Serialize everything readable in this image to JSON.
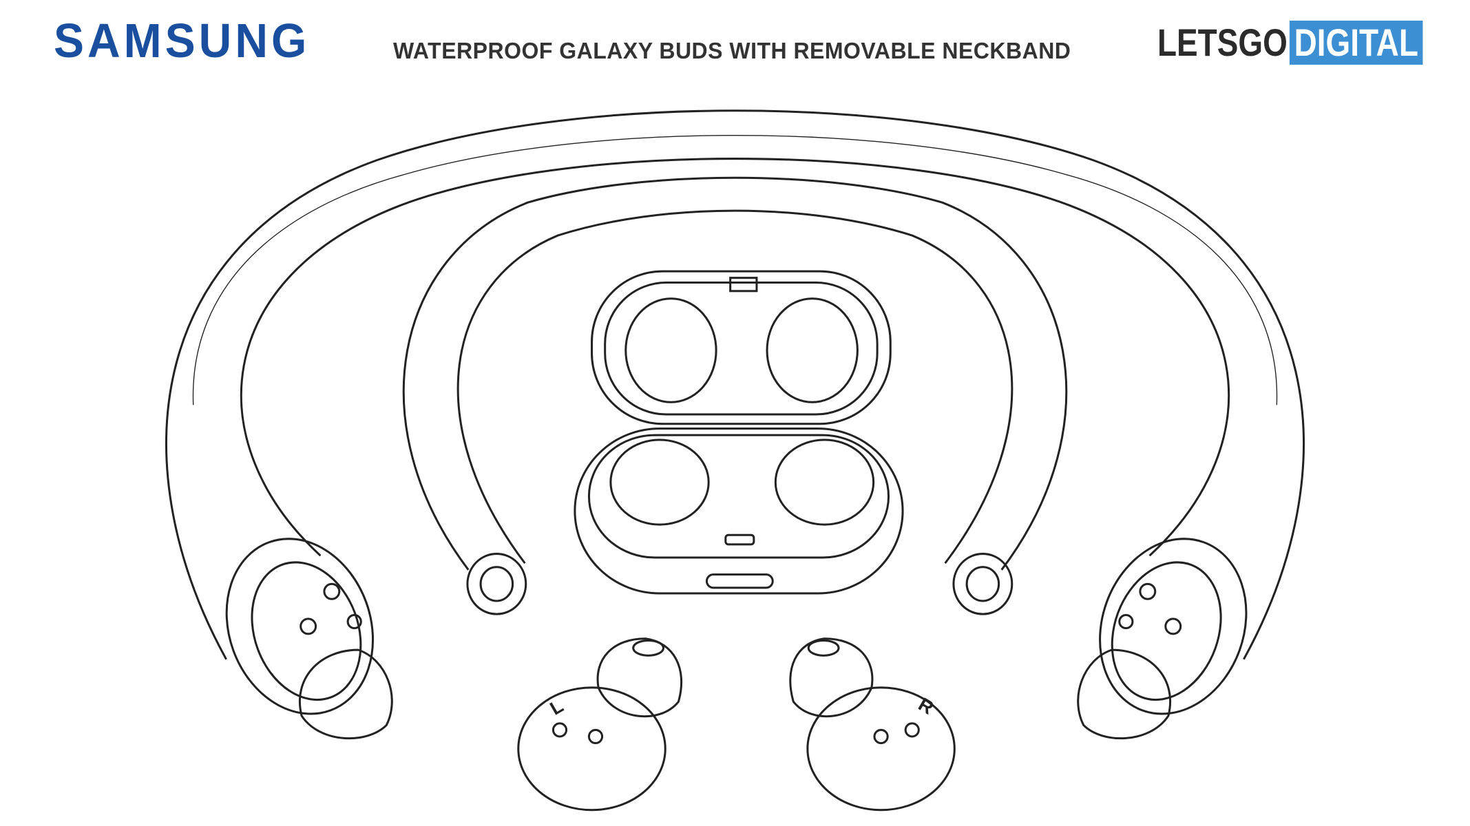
{
  "header": {
    "brand_logo": "SAMSUNG",
    "title": "WATERPROOF GALAXY BUDS WITH REMOVABLE NECKBAND",
    "source_logo": {
      "part1": "LETSGO",
      "part2": "DIGITAL"
    }
  },
  "drawing": {
    "left_bud_label": "L",
    "right_bud_label": "R"
  },
  "colors": {
    "samsung_blue": "#1a4fa0",
    "letsgo_blue": "#3d8fd4",
    "line": "#222222"
  }
}
